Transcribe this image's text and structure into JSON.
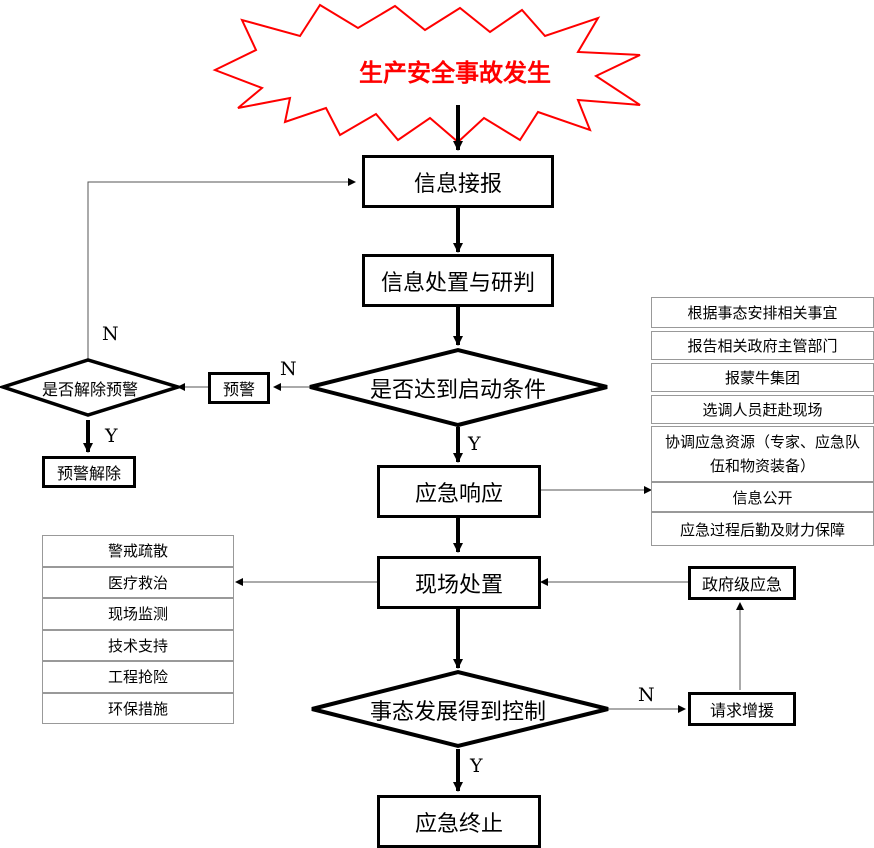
{
  "start": "生产安全事故发生",
  "main": {
    "receive": "信息接报",
    "assess": "信息处置与研判",
    "condition": "是否达到启动条件",
    "response": "应急响应",
    "onsite": "现场处置",
    "control": "事态发展得到控制",
    "end": "应急终止"
  },
  "left": {
    "warning": "预警",
    "lift_question": "是否解除预警",
    "lifted": "预警解除"
  },
  "right_top": {
    "items": [
      "根据事态安排相关事宜",
      "报告相关政府主管部门",
      "报蒙牛集团",
      "选调人员赶赴现场",
      "协调应急资源（专家、应急队伍和物资装备）",
      "信息公开",
      "应急过程后勤及财力保障"
    ]
  },
  "onsite_measures": {
    "items": [
      "警戒疏散",
      "医疗救治",
      "现场监测",
      "技术支持",
      "工程抢险",
      "环保措施"
    ]
  },
  "support": {
    "request": "请求增援",
    "government": "政府级应急"
  },
  "labels": {
    "n_condition": "N",
    "y_condition": "Y",
    "n_lift": "N",
    "y_lift": "Y",
    "n_control": "N",
    "y_control": "Y"
  }
}
